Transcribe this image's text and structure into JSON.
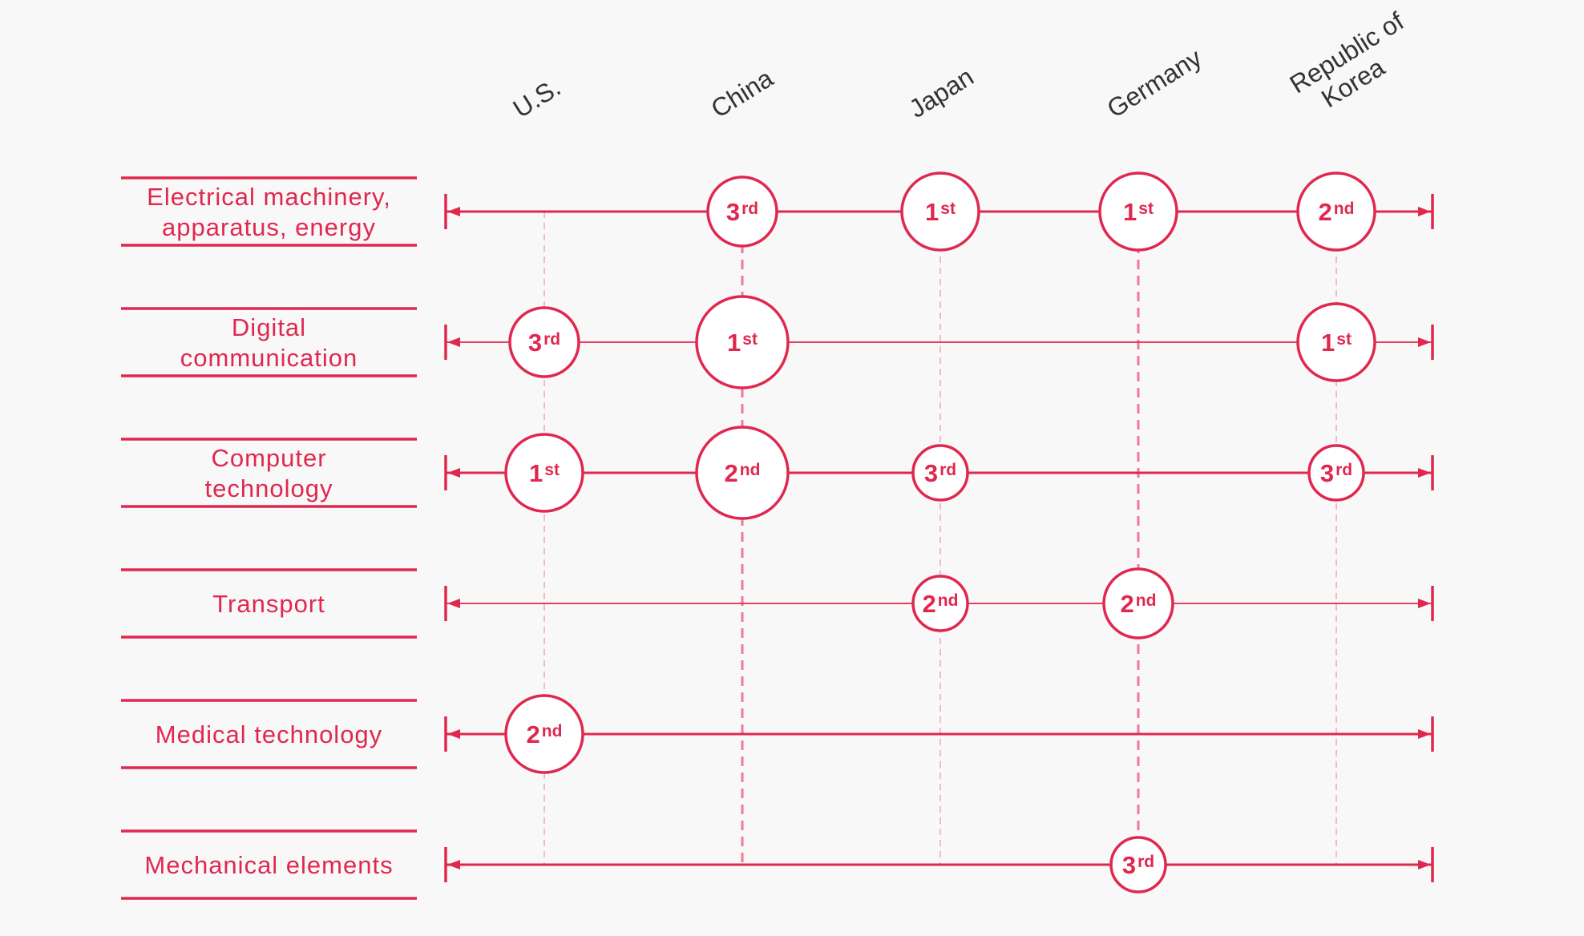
{
  "colors": {
    "accent": "#e0284f",
    "guide": "#f07a94",
    "text": "#333333",
    "background": "#f8f8f8"
  },
  "countries": [
    {
      "lines": [
        "U.S."
      ]
    },
    {
      "lines": [
        "China"
      ]
    },
    {
      "lines": [
        "Japan"
      ]
    },
    {
      "lines": [
        "Germany"
      ]
    },
    {
      "lines": [
        "Republic of",
        "Korea"
      ]
    }
  ],
  "categories": [
    {
      "lines": [
        "Electrical machinery,",
        "apparatus, energy"
      ],
      "ranks": [
        {
          "country": 1,
          "num": "3",
          "suffix": "rd"
        },
        {
          "country": 2,
          "num": "1",
          "suffix": "st"
        },
        {
          "country": 3,
          "num": "1",
          "suffix": "st"
        },
        {
          "country": 4,
          "num": "2",
          "suffix": "nd"
        }
      ]
    },
    {
      "lines": [
        "Digital",
        "communication"
      ],
      "ranks": [
        {
          "country": 0,
          "num": "3",
          "suffix": "rd"
        },
        {
          "country": 1,
          "num": "1",
          "suffix": "st"
        },
        {
          "country": 4,
          "num": "1",
          "suffix": "st"
        }
      ]
    },
    {
      "lines": [
        "Computer",
        "technology"
      ],
      "ranks": [
        {
          "country": 0,
          "num": "1",
          "suffix": "st"
        },
        {
          "country": 1,
          "num": "2",
          "suffix": "nd"
        },
        {
          "country": 2,
          "num": "3",
          "suffix": "rd"
        },
        {
          "country": 4,
          "num": "3",
          "suffix": "rd"
        }
      ]
    },
    {
      "lines": [
        "Transport"
      ],
      "ranks": [
        {
          "country": 2,
          "num": "2",
          "suffix": "nd"
        },
        {
          "country": 3,
          "num": "2",
          "suffix": "nd"
        }
      ]
    },
    {
      "lines": [
        "Medical technology"
      ],
      "ranks": [
        {
          "country": 0,
          "num": "2",
          "suffix": "nd"
        }
      ]
    },
    {
      "lines": [
        "Mechanical elements"
      ],
      "ranks": [
        {
          "country": 3,
          "num": "3",
          "suffix": "rd"
        }
      ]
    }
  ]
}
